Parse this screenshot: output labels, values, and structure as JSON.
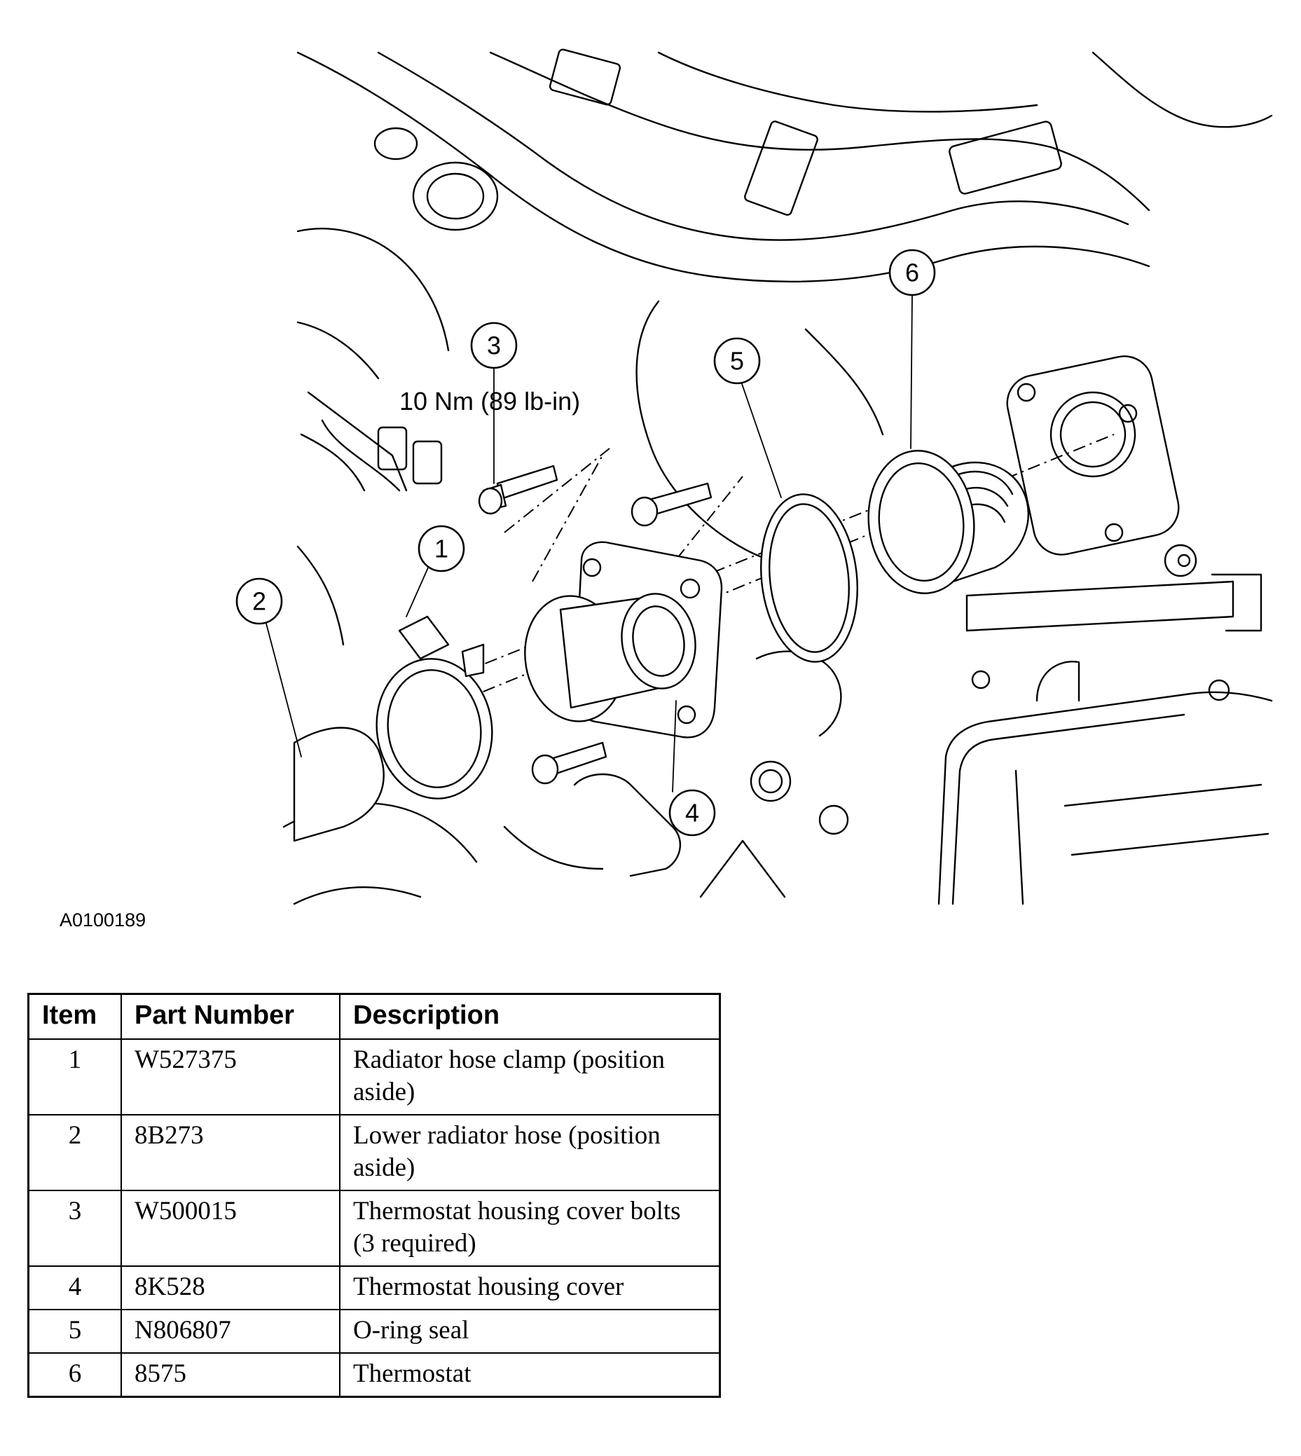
{
  "figure": {
    "id": "A0100189",
    "torque_spec": "10 Nm (89 lb-in)",
    "callouts": [
      "1",
      "2",
      "3",
      "4",
      "5",
      "6"
    ]
  },
  "table": {
    "headers": {
      "item": "Item",
      "part_number": "Part Number",
      "description": "Description"
    },
    "rows": [
      {
        "item": "1",
        "part_number": "W527375",
        "description": "Radiator hose clamp (position aside)"
      },
      {
        "item": "2",
        "part_number": "8B273",
        "description": "Lower radiator hose (position aside)"
      },
      {
        "item": "3",
        "part_number": "W500015",
        "description": "Thermostat housing cover bolts (3 required)"
      },
      {
        "item": "4",
        "part_number": "8K528",
        "description": "Thermostat housing cover"
      },
      {
        "item": "5",
        "part_number": "N806807",
        "description": "O-ring seal"
      },
      {
        "item": "6",
        "part_number": "8575",
        "description": "Thermostat"
      }
    ]
  }
}
